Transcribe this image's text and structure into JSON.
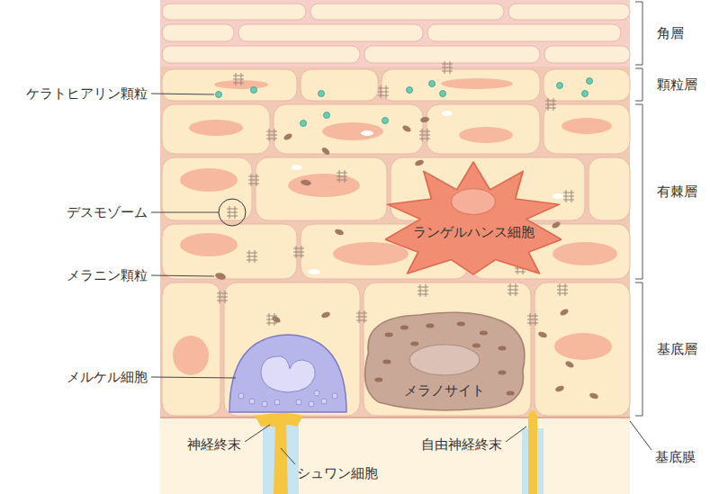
{
  "diagram": {
    "nodes": [
      {
        "text": [
          "ランゲルハンス細胞"
        ]
      },
      {
        "text": [
          "メラノサイト"
        ]
      }
    ],
    "labels": [
      "角層",
      "顆粒層",
      "有棘層",
      "基底層",
      "基底膜",
      "ケラトヒアリン顆粒",
      "デスモゾーム",
      "メラニン顆粒",
      "メルケル細胞",
      "神経終末",
      "シュワン細胞",
      "自由神経終末"
    ]
  }
}
